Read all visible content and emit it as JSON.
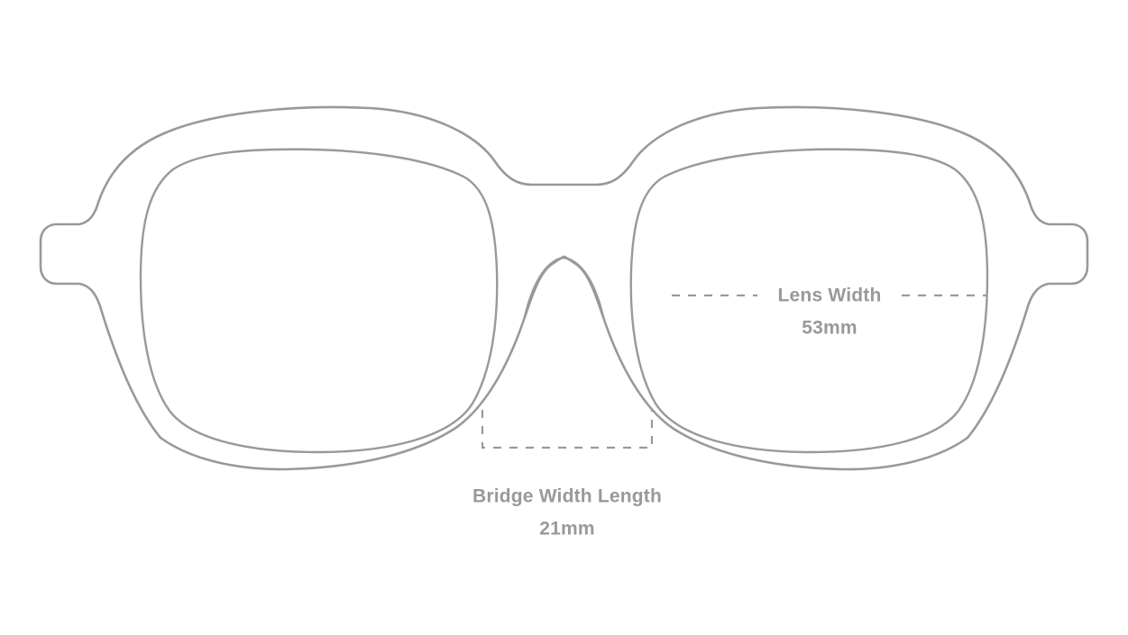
{
  "diagram": {
    "subject": "eyeglasses-frame-front-view",
    "background_color": "#ffffff",
    "line_color": "#999999",
    "text_color": "#999999"
  },
  "measurements": {
    "lens_width": {
      "label": "Lens Width",
      "value": "53mm",
      "leader_style": "dashed-horizontal"
    },
    "bridge_width": {
      "label": "Bridge Width Length",
      "value": "21mm",
      "leader_style": "dashed-bracket"
    }
  }
}
